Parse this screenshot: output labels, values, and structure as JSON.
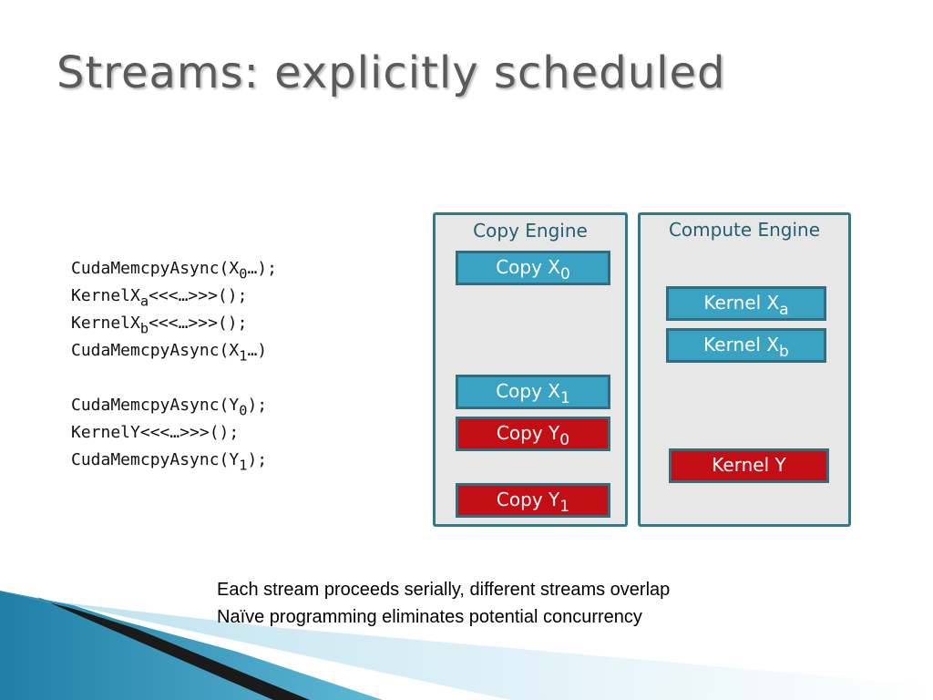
{
  "slide": {
    "title": "Streams: explicitly scheduled"
  },
  "code": {
    "lines": [
      {
        "pre": "CudaMemcpyAsync(X",
        "sub": "0",
        "post": "…);"
      },
      {
        "pre": "KernelX",
        "sub": "a",
        "post": "<<<…>>>();"
      },
      {
        "pre": "KernelX",
        "sub": "b",
        "post": "<<<…>>>();"
      },
      {
        "pre": "CudaMemcpyAsync(X",
        "sub": "1",
        "post": "…)"
      },
      {
        "pre": "CudaMemcpyAsync(Y",
        "sub": "0",
        "post": ");"
      },
      {
        "pre": "KernelY<<<…>>>();",
        "sub": "",
        "post": ""
      },
      {
        "pre": "CudaMemcpyAsync(Y",
        "sub": "1",
        "post": ");"
      }
    ]
  },
  "copy_engine": {
    "title": "Copy Engine",
    "items": [
      {
        "label": "Copy X",
        "sub": "0",
        "color": "#3aa3c4"
      },
      {
        "label": "Copy X",
        "sub": "1",
        "color": "#3aa3c4"
      },
      {
        "label": "Copy Y",
        "sub": "0",
        "color": "#c20e14"
      },
      {
        "label": "Copy Y",
        "sub": "1",
        "color": "#c20e14"
      }
    ]
  },
  "compute_engine": {
    "title": "Compute Engine",
    "items": [
      {
        "label": "Kernel X",
        "sub": "a",
        "color": "#3aa3c4"
      },
      {
        "label": "Kernel X",
        "sub": "b",
        "color": "#3aa3c4"
      },
      {
        "label": "Kernel Y",
        "sub": "",
        "color": "#c20e14"
      }
    ]
  },
  "caption": {
    "line1": "Each stream proceeds serially, different streams overlap",
    "line2": "Naïve programming eliminates potential concurrency"
  },
  "colors": {
    "engine_border": "#31788a",
    "engine_background": "#e7e7e7",
    "blue_box": "#3aa3c4",
    "red_box": "#c20e14"
  }
}
